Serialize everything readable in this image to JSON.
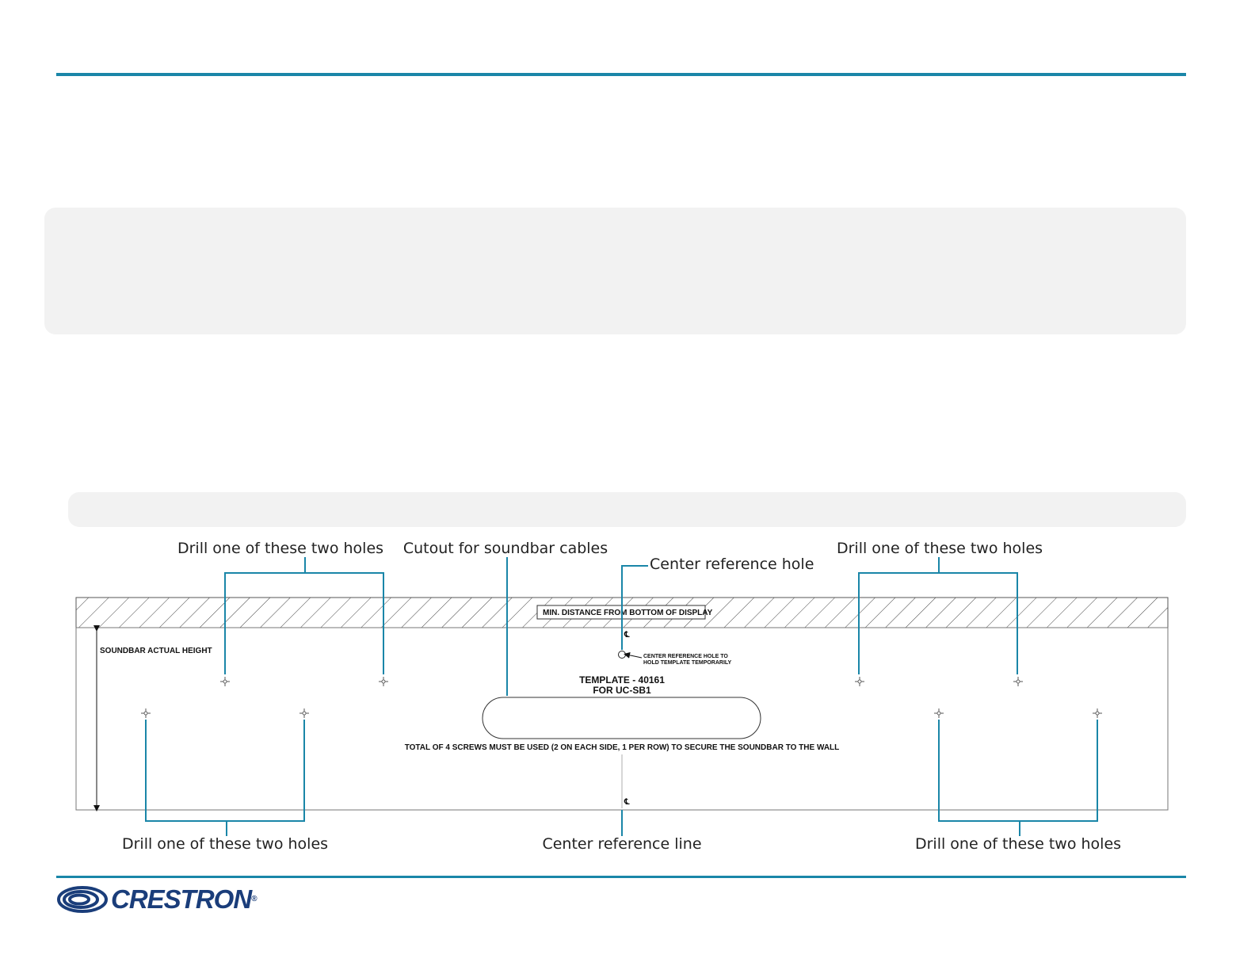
{
  "callouts": {
    "top_left": "Drill one of these two holes",
    "cutout": "Cutout for soundbar cables",
    "center_hole": "Center reference hole",
    "top_right": "Drill one of these two holes",
    "bottom_left": "Drill one of these two holes",
    "center_line": "Center reference line",
    "bottom_right": "Drill one of these two holes"
  },
  "template": {
    "min_distance": "MIN. DISTANCE FROM BOTTOM OF DISPLAY",
    "soundbar_height": "SOUNDBAR ACTUAL HEIGHT",
    "center_hole_note_1": "CENTER REFERENCE HOLE TO",
    "center_hole_note_2": "HOLD TEMPLATE TEMPORARILY",
    "title_1": "TEMPLATE - 40161",
    "title_2": "FOR UC-SB1",
    "screw_note": "TOTAL OF 4 SCREWS MUST BE USED (2 ON EACH SIDE, 1 PER ROW) TO SECURE THE SOUNDBAR TO THE WALL",
    "cl_symbol": "℄"
  },
  "brand": {
    "name": "CRESTRON",
    "registered": "®"
  },
  "colors": {
    "accent": "#1a86a8",
    "panel": "#f2f2f2",
    "logo": "#1a3d7a"
  }
}
